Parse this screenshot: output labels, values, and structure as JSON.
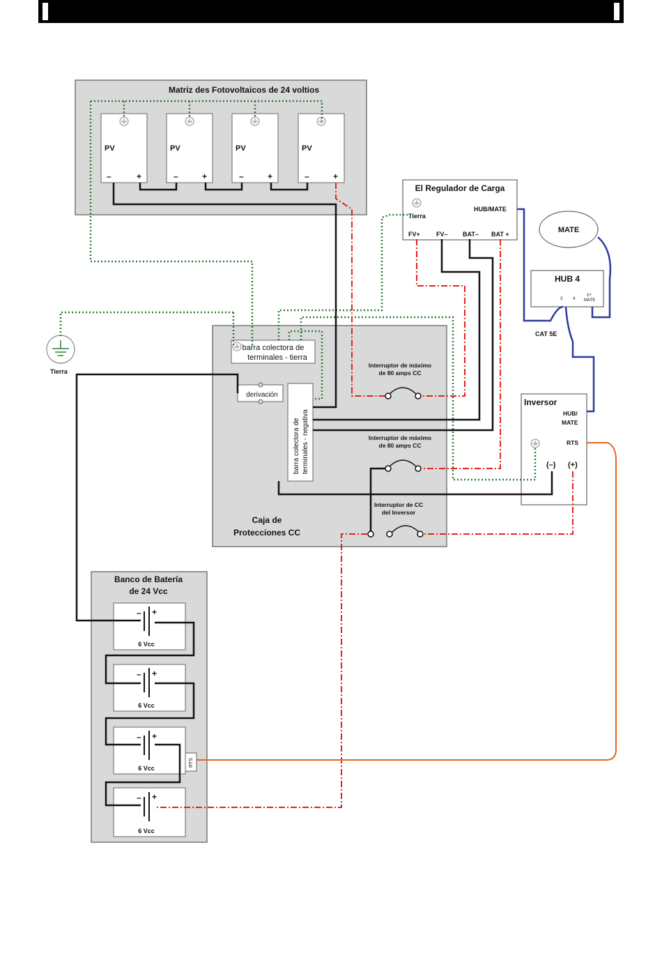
{
  "pv_array": {
    "title": "Matriz des Fotovoltaicos de 24 voltios",
    "panel_label": "PV",
    "minus": "–",
    "plus": "+"
  },
  "charge_controller": {
    "title": "El Regulador de Carga",
    "ground_label": "Tierra",
    "hub_mate": "HUB/MATE",
    "pv_plus": "FV+",
    "pv_minus": "FV–",
    "bat_minus": "BAT–",
    "bat_plus": "BAT +"
  },
  "mate": {
    "label": "MATE"
  },
  "hub": {
    "title": "HUB 4",
    "port_3": "3",
    "port_4": "4",
    "port_mate_line1": "1ˢᵗ",
    "port_mate_line2": "MATE",
    "cable_label": "CAT 5E"
  },
  "ground": {
    "label": "Tierra"
  },
  "dc_box": {
    "ground_bar_line1": "barra colectora de",
    "ground_bar_line2": "terminales - tierra",
    "shunt": "derivación",
    "neg_bar_line1": "barra colectora de",
    "neg_bar_line2": "terminales - negativa",
    "breaker1_line1": "Interruptor de máximo",
    "breaker1_line2": "de  80 amps CC",
    "breaker2_line1": "Interruptor de máximo",
    "breaker2_line2": "de  80 amps CC",
    "breaker3_line1": "Interruptor de CC",
    "breaker3_line2": "del Inversor",
    "title_line1": "Caja de",
    "title_line2": "Protecciones CC"
  },
  "inverter": {
    "title": "Inversor",
    "hub_line1": "HUB/",
    "hub_line2": "MATE",
    "rts": "RTS",
    "neg": "(–)",
    "pos": "(+)"
  },
  "battery_bank": {
    "title_line1": "Banco de Batería",
    "title_line2": "de 24 Vcc",
    "cell_label": "6 Vcc",
    "minus": "–",
    "plus": "+",
    "rts": "RTS"
  },
  "colors": {
    "ground_wire": "#2e7d32",
    "positive_wire": "#e0241b",
    "negative_wire": "#111111",
    "comm_wire": "#2b3a9e",
    "rts_wire": "#e0691f",
    "panel_bg": "#d9d9d9"
  }
}
